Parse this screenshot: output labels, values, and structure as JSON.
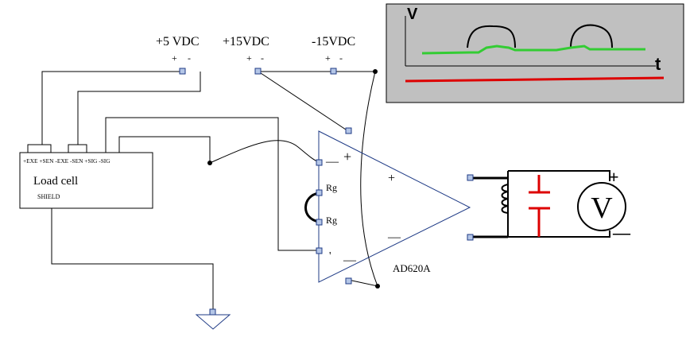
{
  "supplies": {
    "plus5": {
      "label": "+5 VDC",
      "pol_plus": "+",
      "pol_minus": "-"
    },
    "plus15": {
      "label": "+15VDC",
      "pol_plus": "+",
      "pol_minus": "-"
    },
    "minus15": {
      "label": "-15VDC",
      "pol_plus": "+",
      "pol_minus": "-"
    }
  },
  "load_cell": {
    "title": "Load cell",
    "pins_label": "+EXE +SEN -EXE -SEN +SIG -SIG",
    "shield_label": "SHIELD"
  },
  "amplifier": {
    "model": "AD620A",
    "in_minus": "—",
    "in_plus": "+",
    "rg_top": "Rg",
    "rg_bottom": "Rg",
    "lower_mark": "'",
    "top_supply_mark": "+",
    "bottom_supply_mark": "—",
    "out_plus": "+",
    "out_minus": "—"
  },
  "meter": {
    "symbol": "V",
    "plus": "+",
    "minus": "—"
  },
  "scope": {
    "y_axis_label": "V",
    "x_axis_label": "t",
    "background": "#c0c0c0",
    "signal_color": "#33cc33",
    "reference_color": "#dd0000"
  },
  "colors": {
    "wire": "#000000",
    "terminal_fill": "#b4c6e7",
    "terminal_stroke": "#1f3b86",
    "component_outline": "#1f3b86",
    "capacitor": "#dd0000"
  }
}
